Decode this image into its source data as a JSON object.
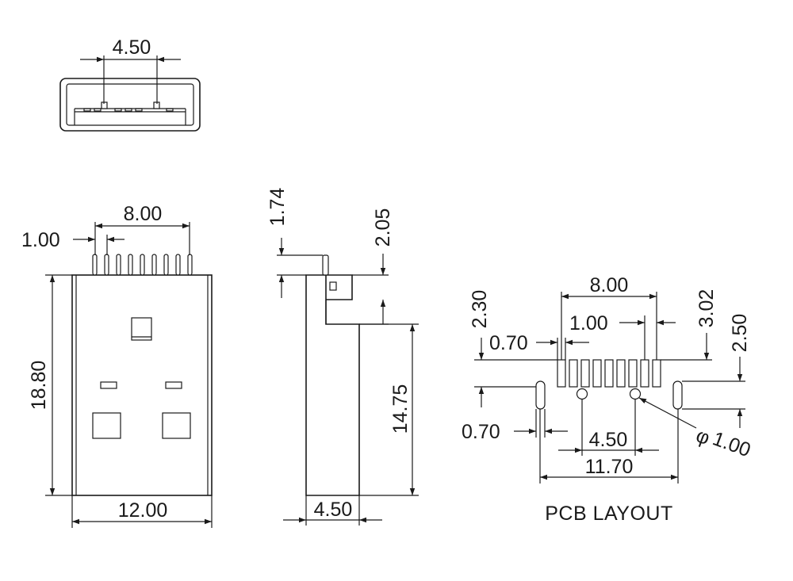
{
  "title": "PCB LAYOUT",
  "dimensions": {
    "end_pin_spacing": "4.50",
    "front_contact_span": "8.00",
    "front_pin_pitch": "1.00",
    "body_height": "18.80",
    "body_width": "12.00",
    "side_tab_top": "1.74",
    "side_step": "2.05",
    "side_body_length": "14.75",
    "side_thickness": "4.50",
    "pcb_pad_span": "8.00",
    "pcb_pad_pitch": "1.00",
    "pcb_pad_width": "0.70",
    "pcb_row_offset": "2.30",
    "pcb_slot_offset": "3.02",
    "pcb_slot_length": "2.50",
    "pcb_slot_width": "0.70",
    "pcb_hole_spacing": "4.50",
    "pcb_overall": "11.70",
    "pcb_hole_diameter": "1.00",
    "diameter_symbol": "φ"
  },
  "colors": {
    "line": "#1a1a1a",
    "background": "#ffffff"
  }
}
